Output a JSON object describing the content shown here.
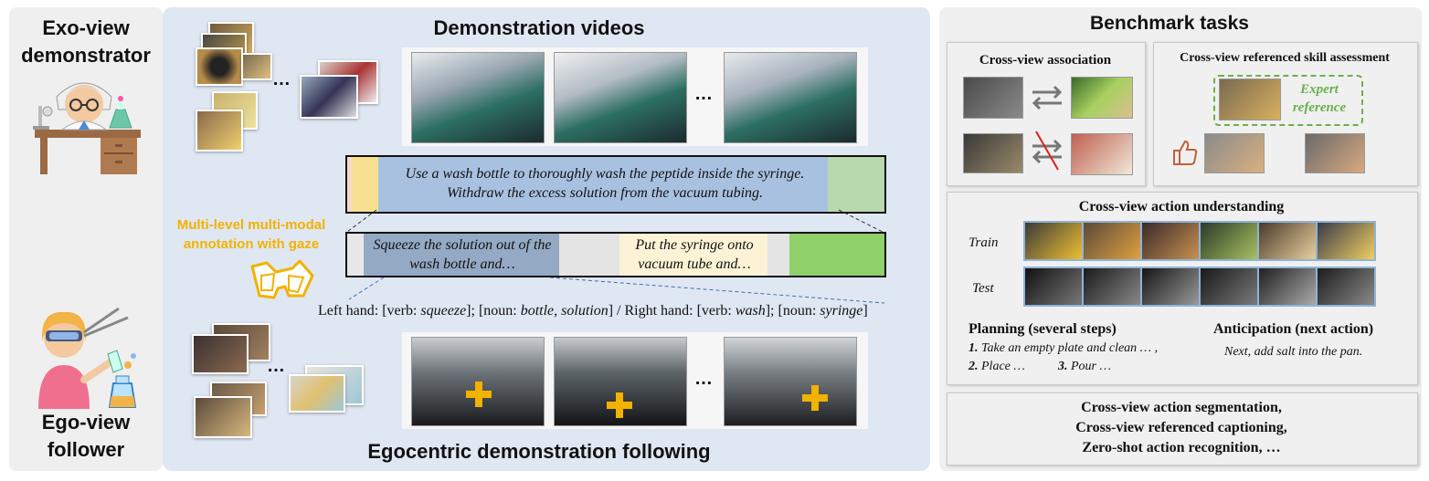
{
  "left": {
    "exo_title": "Exo-view demonstrator",
    "ego_title": "Ego-view follower"
  },
  "middle": {
    "demo_title": "Demonstration videos",
    "ego_title": "Egocentric demonstration following",
    "annotation_label": "Multi-level multi-modal annotation with gaze",
    "ellipsis": "…",
    "coarse_text": "Use a wash bottle to thoroughly wash the peptide inside the syringe. Withdraw the excess solution from the vacuum tubing.",
    "fine_text_1": "Squeeze the solution out of the wash bottle and…",
    "fine_text_2": "Put the syringe onto vacuum tube and…",
    "hand_annotation": {
      "left_prefix": "Left hand: [verb: ",
      "left_verb": "squeeze",
      "left_mid": "]; [noun: ",
      "left_noun": "bottle, solution",
      "separator": "] / Right hand: [verb: ",
      "right_verb": "wash",
      "right_mid": "]; [noun: ",
      "right_noun": "syringe",
      "end": "]"
    }
  },
  "right": {
    "title": "Benchmark tasks",
    "association": "Cross-view association",
    "skill": "Cross-view referenced skill assessment",
    "expert_reference": "Expert reference",
    "understanding": "Cross-view action understanding",
    "train_label": "Train",
    "test_label": "Test",
    "planning_title": "Planning (several steps)",
    "planning_step1_num": "1.",
    "planning_step1": "Take an empty plate and clean … ,",
    "planning_step2_num": "2.",
    "planning_step2": "Place …",
    "planning_step3_num": "3.",
    "planning_step3": "Pour …",
    "anticipation_title": "Anticipation (next action)",
    "anticipation_text": "Next, add salt into the pan.",
    "more_tasks_1": "Cross-view action segmentation,",
    "more_tasks_2": "Cross-view referenced captioning,",
    "more_tasks_3": "Zero-shot action recognition, …"
  },
  "colors": {
    "annotation_yellow": "#f2b200",
    "coarse_blue": "#a9c1e0",
    "fine_dark": "#94a9c4",
    "fine_cream": "#fcf3d6",
    "green": "#8fd06a",
    "expert_green": "#6ab04c"
  }
}
